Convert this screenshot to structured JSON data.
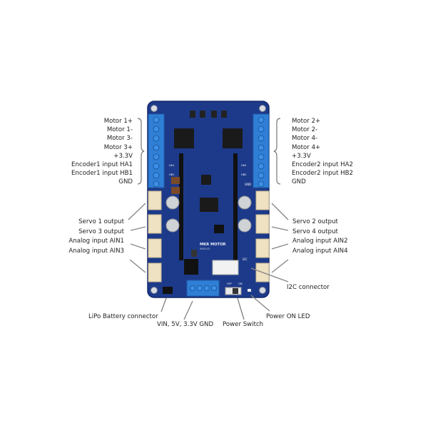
{
  "board": {
    "silkscreen_title": "MKR MOTOR",
    "silkscreen_subtitle": "SHIELD",
    "silk_gnd": "GND",
    "silk_i2c": "I2C",
    "silk_off": "OFF",
    "silk_on": "ON",
    "silk_ha1": "HA1",
    "silk_hb1": "HB1",
    "silk_ha2": "HA2",
    "silk_hb2": "HB2",
    "colors": {
      "pcb": "#1d3a8a",
      "terminal_blue": "#2f7fd6",
      "servo_header": "#efe2c2",
      "chip": "#1a1a1a",
      "capacitor": "#cfd3d6"
    }
  },
  "labels": {
    "left_terminal": [
      "Motor 1+",
      "Motor 1-",
      "Motor 3-",
      "Motor 3+",
      "+3.3V",
      "Encoder1 input HA1",
      "Encoder1 input HB1",
      "GND"
    ],
    "right_terminal": [
      "Motor 2+",
      "Motor 2-",
      "Motor 4-",
      "Motor 4+",
      "+3.3V",
      "Encoder2 input HA2",
      "Encoder2 input HB2",
      "GND"
    ],
    "left_headers": [
      "Servo 1 output",
      "Servo 3 output",
      "Analog input AIN1",
      "Analog input AIN3"
    ],
    "right_headers": [
      "Servo 2 output",
      "Servo 4 output",
      "Analog input AIN2",
      "Analog input AIN4"
    ],
    "i2c": "I2C connector",
    "lipo": "LiPo Battery connector",
    "vin": "VIN, 5V, 3.3V GND",
    "power_switch": "Power Switch",
    "power_led": "Power ON LED"
  }
}
